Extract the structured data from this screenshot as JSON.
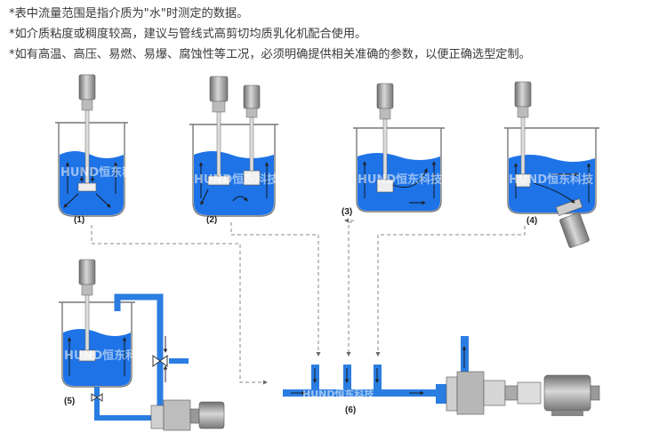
{
  "notes": [
    "*表中流量范围是指介质为\"水\"时测定的数据。",
    "*如介质粘度或稠度较高，建议与管线式高剪切均质乳化机配合使用。",
    "*如有高温、高压、易燃、易爆、腐蚀性等工况，必须明确提供相关准确的参数，以便正确选型定制。"
  ],
  "labels": {
    "l1": "(1)",
    "l2": "(2)",
    "l3": "(3)",
    "l4": "(4)",
    "l5": "(5)",
    "l6": "(6)"
  },
  "watermark": "HUND恒东科技",
  "colors": {
    "liquid": "#1e73e6",
    "liquid_dark": "#1560c8",
    "pipe": "#2a7de1",
    "tank_outline": "#777777",
    "dashed": "#888888",
    "motor": "#9a9a9a"
  }
}
